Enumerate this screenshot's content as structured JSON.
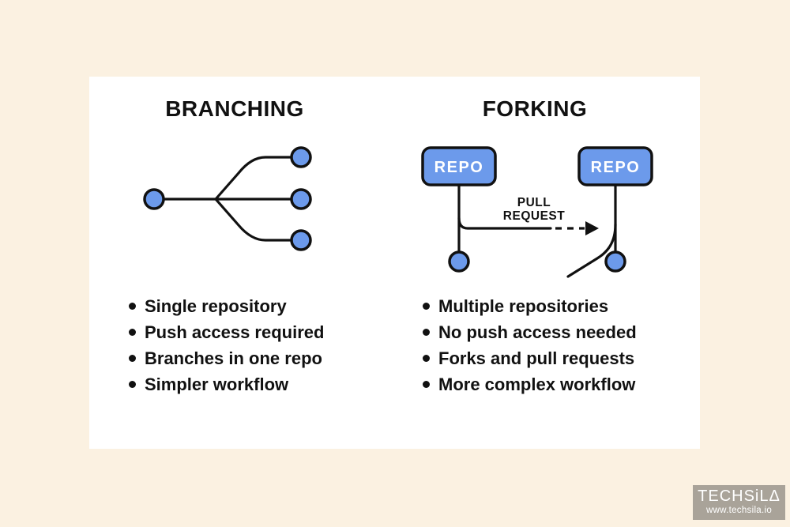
{
  "colors": {
    "page_background": "#fbf1e1",
    "card_background": "#ffffff",
    "node_blue": "#6c9aeb",
    "line_black": "#111111",
    "text_black": "#111111",
    "repo_label_white": "#ffffff",
    "brand_box_gray": "#a9a399",
    "brand_text_white": "#ffffff"
  },
  "branching": {
    "title": "BRANCHING",
    "bullets": [
      "Single repository",
      "Push access required",
      "Branches in one repo",
      "Simpler workflow"
    ]
  },
  "forking": {
    "title": "FORKING",
    "repo_left_label": "REPO",
    "repo_right_label": "REPO",
    "arrow_label_line1": "PULL",
    "arrow_label_line2": "REQUEST",
    "bullets": [
      "Multiple repositories",
      "No push access needed",
      "Forks and pull requests",
      "More complex workflow"
    ]
  },
  "branding": {
    "name": "TECHSiLΔ",
    "website": "www.techsila.io"
  }
}
